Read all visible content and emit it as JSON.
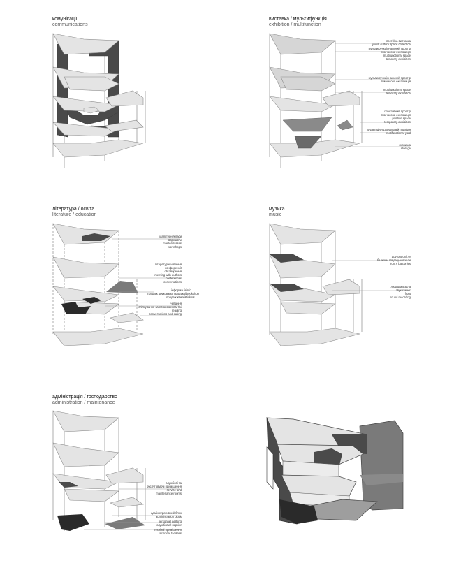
{
  "panels": [
    {
      "id": "communications",
      "title_ua": "комунікації",
      "title_en": "communications",
      "labels": []
    },
    {
      "id": "exhibition",
      "title_ua": "виставка / мультифункція",
      "title_en": "exhibition / multifunction",
      "labels": [
        {
          "lines": [
            "постійна виставка",
            "yuriiS culture space collection"
          ]
        },
        {
          "lines": [
            "мультифункціональний простір",
            "тимчасова експозиція",
            "multifunctional space",
            "temorary exhibition"
          ]
        },
        {
          "lines": [
            "мультифункціональний простір",
            "тимчасова експозиція"
          ]
        },
        {
          "lines": [
            "multifunctional space",
            "temorary exhibition"
          ]
        },
        {
          "lines": [
            "позитивний простір",
            "тимчасова експозиція",
            "positive space",
            "temporary exhibition"
          ]
        },
        {
          "lines": [
            "мультифункціональний подвір'я",
            "multifunctional yard"
          ]
        },
        {
          "lines": [
            "сховища",
            "storage"
          ]
        }
      ]
    },
    {
      "id": "literature",
      "title_ua": "література / освіта",
      "title_en": "literature / education",
      "labels": [
        {
          "lines": [
            "майстерні/класи",
            "воркшопи",
            "masterclasses",
            "workshops"
          ]
        },
        {
          "lines": [
            "літературні читання",
            "конференції",
            "обговорення",
            "meeting with authors",
            "conferences",
            "conversations"
          ]
        },
        {
          "lines": [
            "інформація",
            "продаж друкованої продукції",
            "продаж квитків"
          ]
        },
        {
          "lines": [
            "info",
            "bookshop",
            "tickets"
          ]
        },
        {
          "lines": [
            "читання",
            "спілкування за споживанням їжі",
            "reading",
            "conversations and eating"
          ]
        }
      ]
    },
    {
      "id": "music",
      "title_ua": "музика",
      "title_en": "music",
      "labels": [
        {
          "lines": [
            "другого світлу",
            "балкони глядацької зали",
            "front's balconies"
          ]
        },
        {
          "lines": [
            "глядацька зала",
            "звукозапис",
            "front",
            "sound recording"
          ]
        }
      ]
    },
    {
      "id": "administration",
      "title_ua": "адміністрація / господарство",
      "title_en": "administration / maintenance",
      "labels": [
        {
          "lines": [
            "службові та",
            "обслуговуючі приміщення",
            "service and",
            "maintenance rooms"
          ]
        },
        {
          "lines": [
            "адміністративний блок",
            "administration block"
          ]
        },
        {
          "lines": [
            "personnel parking",
            "службовий паркінг"
          ]
        },
        {
          "lines": [
            "технічні приміщення",
            "technical facilities"
          ]
        }
      ]
    },
    {
      "id": "massing",
      "title_ua": "",
      "title_en": "",
      "labels": []
    }
  ],
  "colors": {
    "floor": "#e4e4e4",
    "floor_alt": "#d2d2d2",
    "edge": "#8a8a8a",
    "dark": "#4a4a4a",
    "darker": "#2a2a2a",
    "mid": "#7a7a7a",
    "light_mid": "#9e9e9e"
  }
}
